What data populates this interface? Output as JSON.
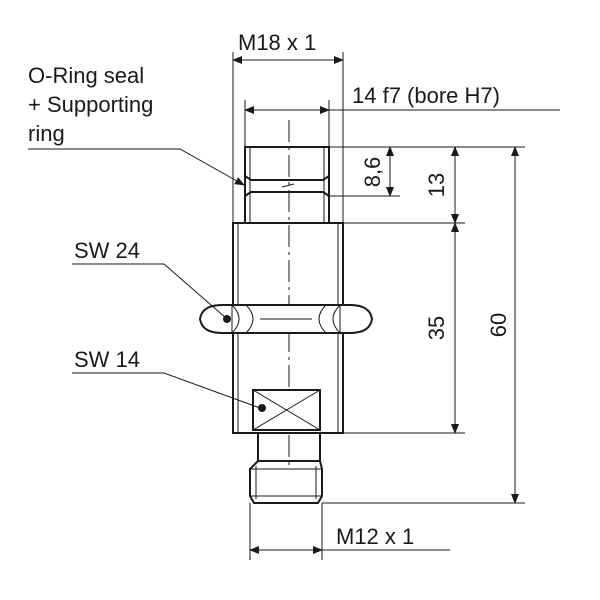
{
  "labels": {
    "m18": "M18 x 1",
    "oring_line1": "O-Ring seal",
    "oring_line2": "+ Supporting",
    "oring_line3": "ring",
    "fit": "14  f7  (bore H7)",
    "sw24": "SW 24",
    "sw14": "SW 14",
    "m12": "M12 x 1"
  },
  "dimensions": {
    "d86": "8,6",
    "d13": "13",
    "d35": "35",
    "d60": "60"
  },
  "colors": {
    "line": "#1a1a1a",
    "background": "#ffffff"
  }
}
